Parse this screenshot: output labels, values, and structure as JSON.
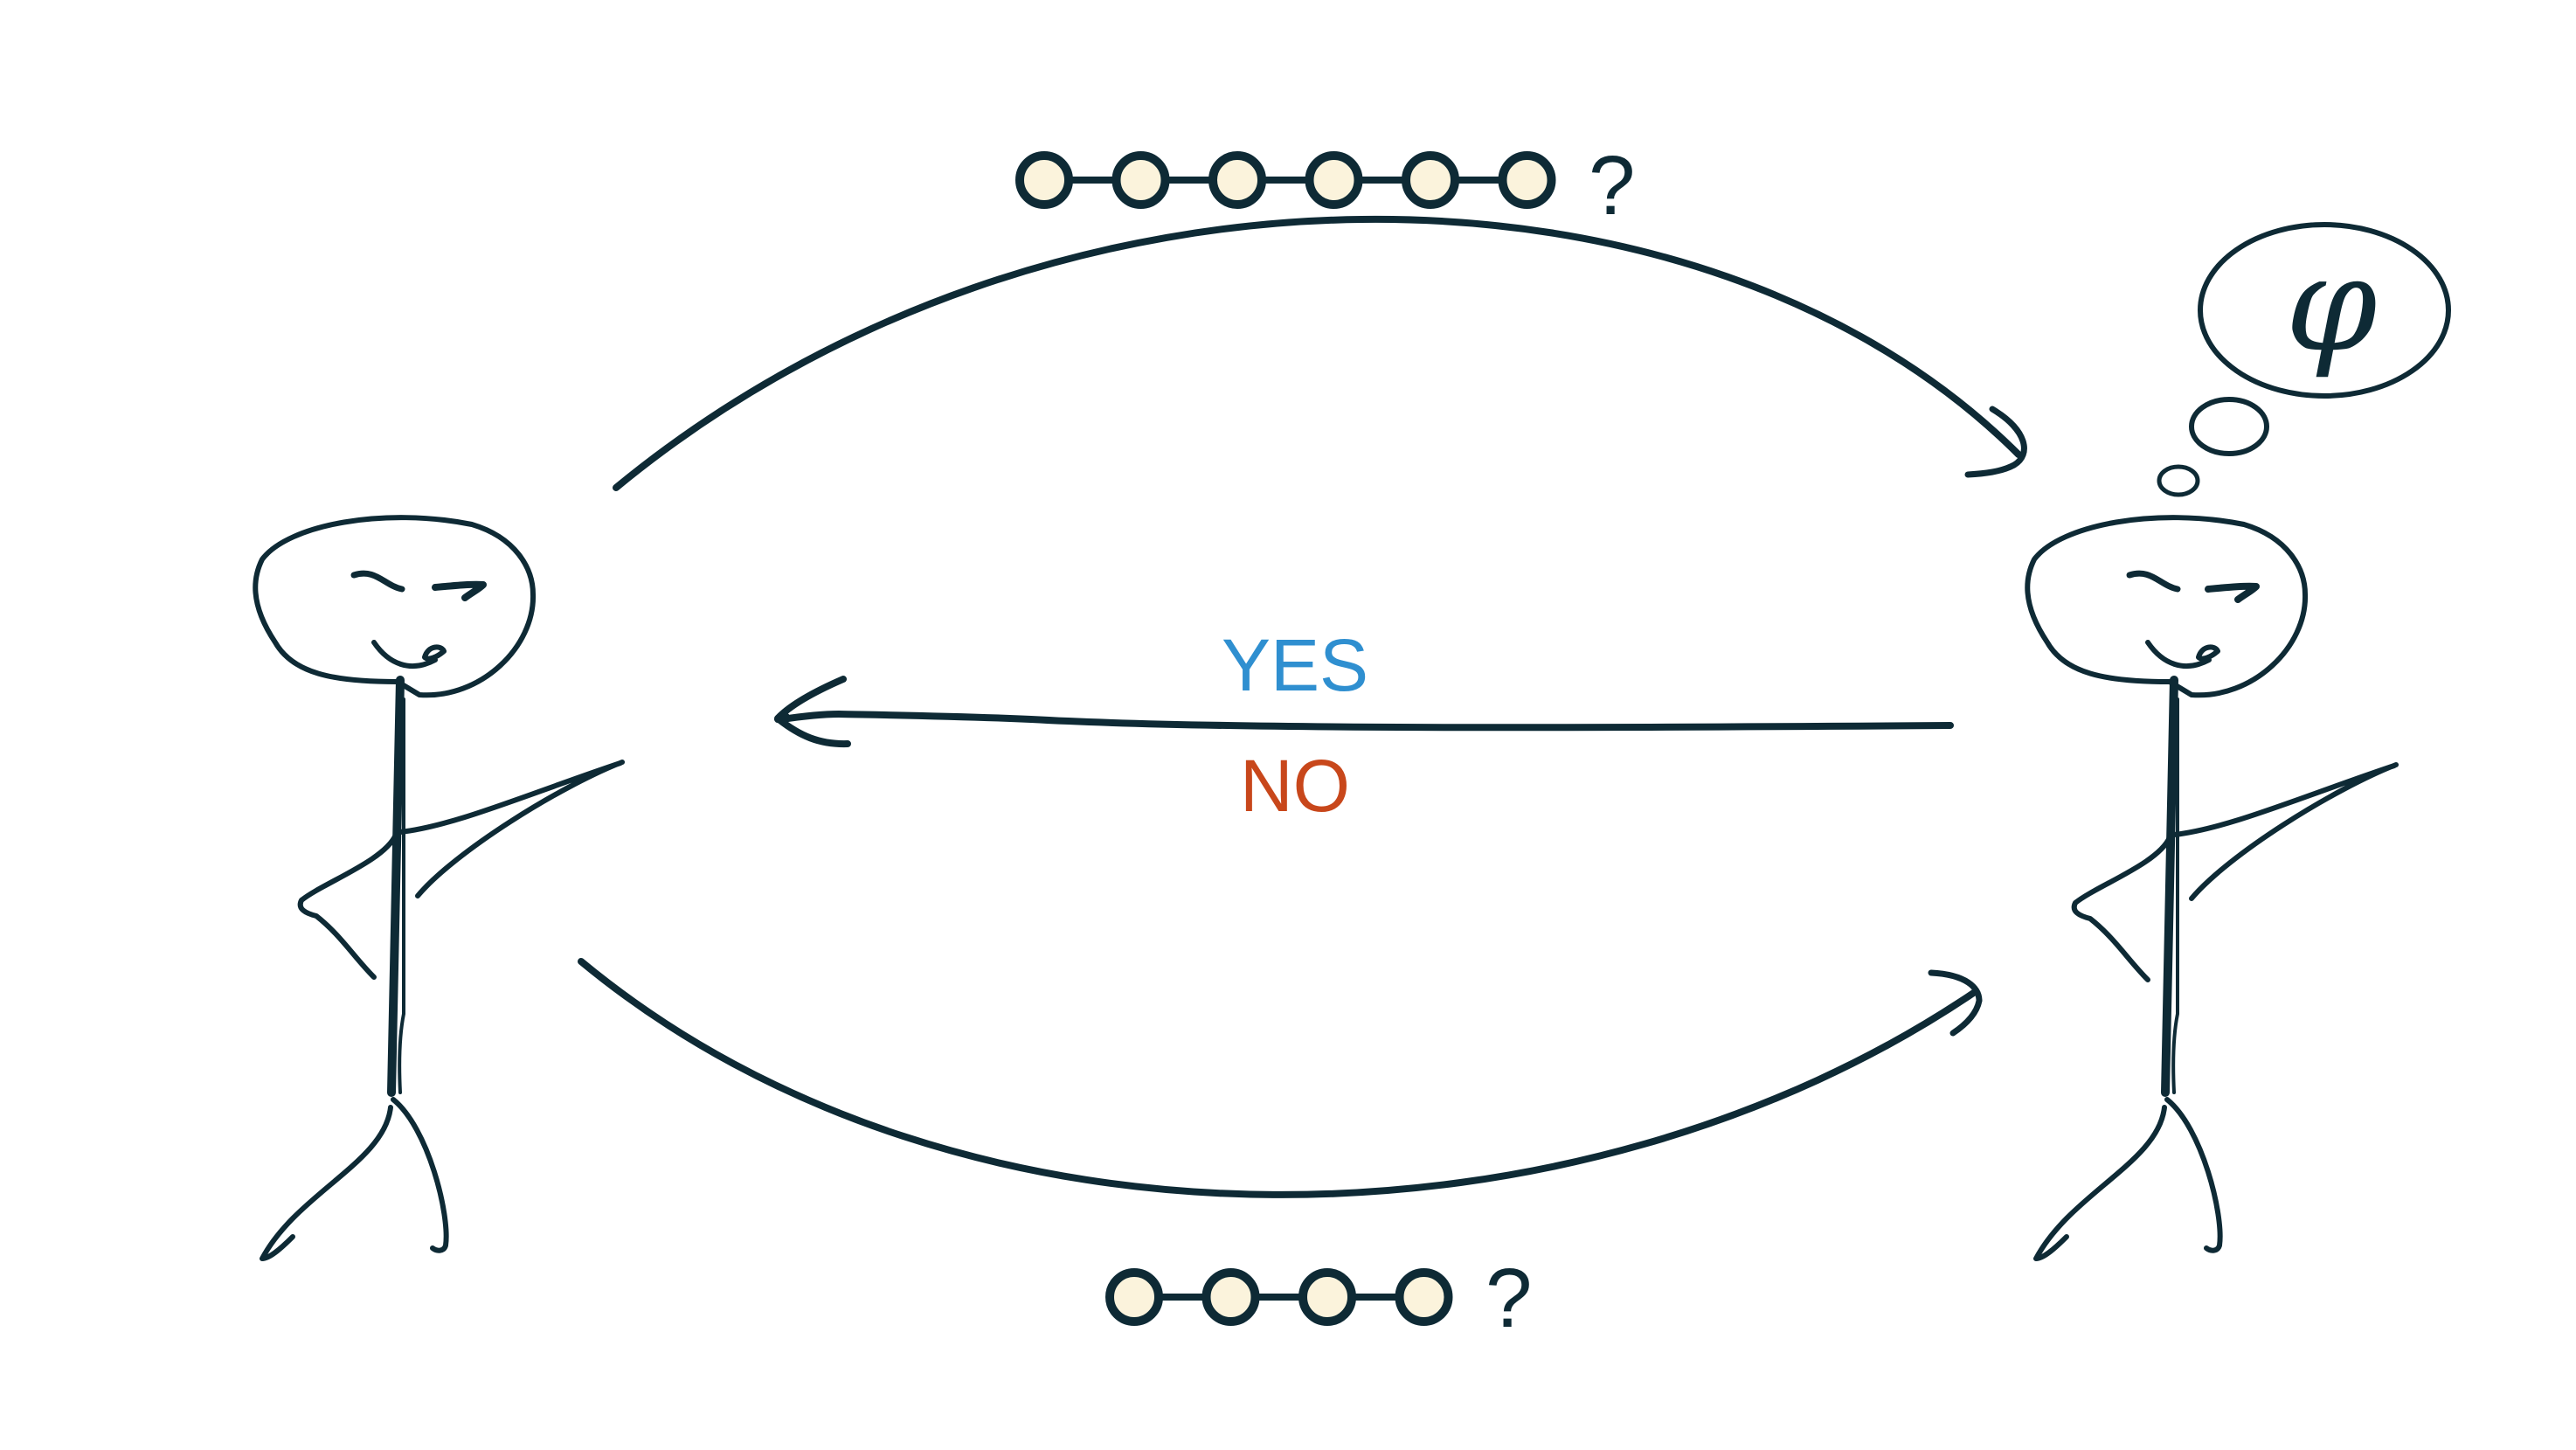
{
  "diagram": {
    "top_query": {
      "node_count": 6,
      "question_mark": "?"
    },
    "bottom_query": {
      "node_count": 4,
      "question_mark": "?"
    },
    "answers": {
      "yes_label": "YES",
      "no_label": "NO"
    },
    "thought": {
      "symbol": "φ"
    },
    "colors": {
      "ink": "#0e2a35",
      "node_fill": "#fbf3dc",
      "yes": "#2f8fd0",
      "no": "#c8471b"
    }
  }
}
